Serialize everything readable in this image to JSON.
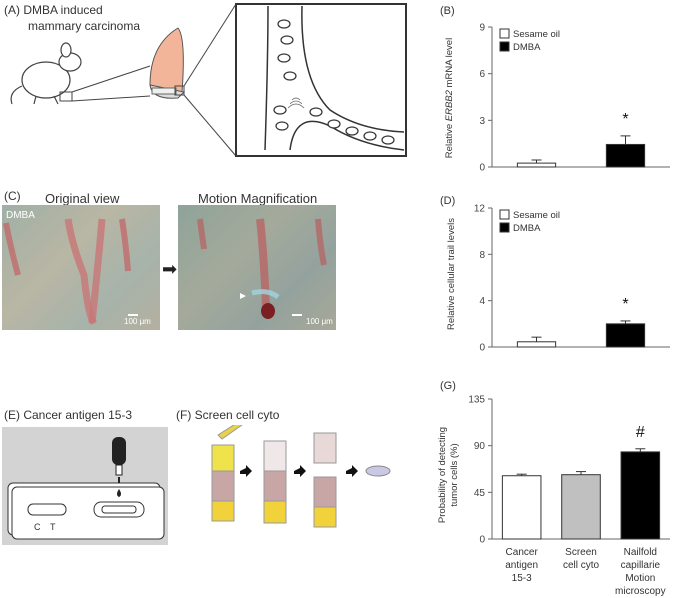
{
  "panels": {
    "a": {
      "label": "(A)",
      "title_line1": "DMBA induced",
      "title_line2": "mammary carcinoma"
    },
    "c": {
      "label": "(C)",
      "title_left": "Original view",
      "title_right": "Motion Magnification",
      "overlay": "DMBA",
      "scale_left": "100 μm",
      "scale_right": "100 μm"
    },
    "e": {
      "label": "(E)",
      "title": "Cancer antigen 15-3"
    },
    "f": {
      "label": "(F)",
      "title": "Screen cell cyto"
    }
  },
  "chart_data": [
    {
      "id": "b",
      "panel_label": "(B)",
      "type": "bar",
      "categories": [
        "Sesame oil",
        "DMBA"
      ],
      "series": [
        {
          "name": "Sesame oil",
          "color": "#ffffff"
        },
        {
          "name": "DMBA",
          "color": "#000000"
        }
      ],
      "values": [
        0.25,
        1.45
      ],
      "errors": [
        0.2,
        0.55
      ],
      "ylim": [
        0,
        9
      ],
      "yticks": [
        "0",
        "3",
        "6",
        "9"
      ],
      "ylabel_pre": "Relative ",
      "ylabel_italic": "ERBB2",
      "ylabel_post": " mRNA level",
      "annotation": "*",
      "legend": "top-left"
    },
    {
      "id": "d",
      "panel_label": "(D)",
      "type": "bar",
      "categories": [
        "Sesame oil",
        "DMBA"
      ],
      "series": [
        {
          "name": "Sesame oil",
          "color": "#ffffff"
        },
        {
          "name": "DMBA",
          "color": "#000000"
        }
      ],
      "values": [
        0.45,
        2.0
      ],
      "errors": [
        0.4,
        0.25
      ],
      "ylim": [
        0,
        12
      ],
      "yticks": [
        "0",
        "4",
        "8",
        "12"
      ],
      "ylabel": "Relative  cellular  trail levels",
      "annotation": "*",
      "legend": "top-left"
    },
    {
      "id": "g",
      "panel_label": "(G)",
      "type": "bar",
      "categories": [
        [
          "Cancer",
          "antigen",
          "15-3"
        ],
        [
          "Screen",
          "cell cyto"
        ],
        [
          "Nailfold",
          "capillarie",
          "Motion",
          "microscopy"
        ]
      ],
      "values": [
        61,
        62,
        84
      ],
      "errors": [
        1.5,
        3,
        3
      ],
      "colors": [
        "#ffffff",
        "#c0c0c0",
        "#000000"
      ],
      "ylim": [
        0,
        135
      ],
      "yticks": [
        "0",
        "45",
        "90",
        "135"
      ],
      "ylabel_line1": "Probability of detecting",
      "ylabel_line2": "tumor cells  (%)",
      "annotation": "#"
    }
  ]
}
